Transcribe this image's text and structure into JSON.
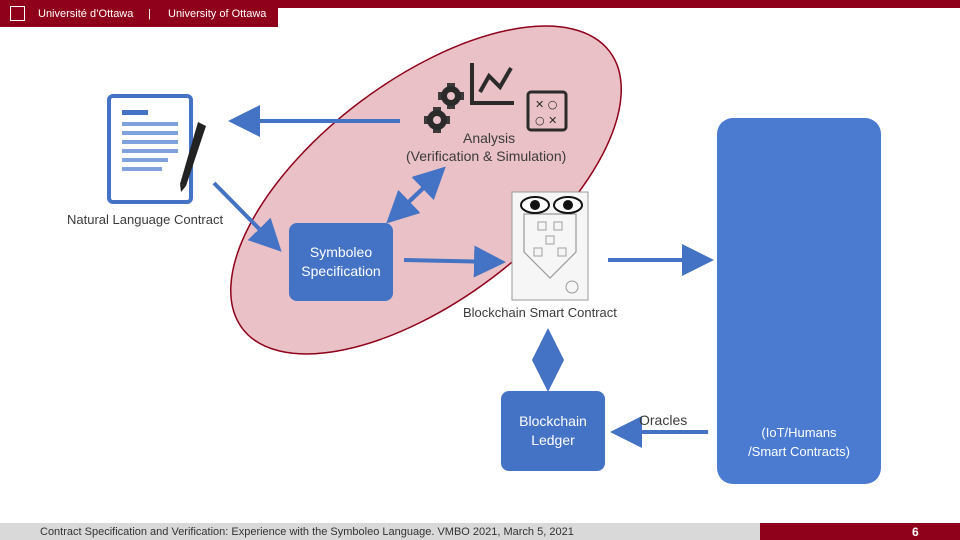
{
  "header": {
    "univ_fr": "Université d’Ottawa",
    "separator": "|",
    "univ_en": "University of Ottawa"
  },
  "diagram": {
    "analysis_title": "Analysis",
    "analysis_subtitle": "(Verification & Simulation)",
    "nl_contract": "Natural Language Contract",
    "symboleo_line1": "Symboleo",
    "symboleo_line2": "Specification",
    "smart_contract": "Blockchain Smart Contract",
    "ledger_line1": "Blockchain",
    "ledger_line2": "Ledger",
    "oracles": "Oracles",
    "panel_line1": "(IoT/Humans",
    "panel_line2": "/Smart Contracts)"
  },
  "colors": {
    "brand": "#8f001a",
    "box": "#4472c4",
    "arrow": "#4472c4",
    "ellipse_fill": "#e9c1c6",
    "ellipse_stroke": "#8f001a"
  },
  "icons": [
    "document-pen-icon",
    "gears-icon",
    "chart-icon",
    "strategy-board-icon",
    "eyes-icon",
    "contract-document-icon",
    "id-card-icon",
    "network-people-icon",
    "bank-icon",
    "wireless-icon",
    "map-pin-icon",
    "truck-icon",
    "barcode-icon",
    "ship-icon",
    "box-icon"
  ],
  "footer": {
    "text": "Contract Specification and Verification: Experience with the Symboleo Language.   VMBO 2021, March 5, 2021",
    "page": "6"
  }
}
